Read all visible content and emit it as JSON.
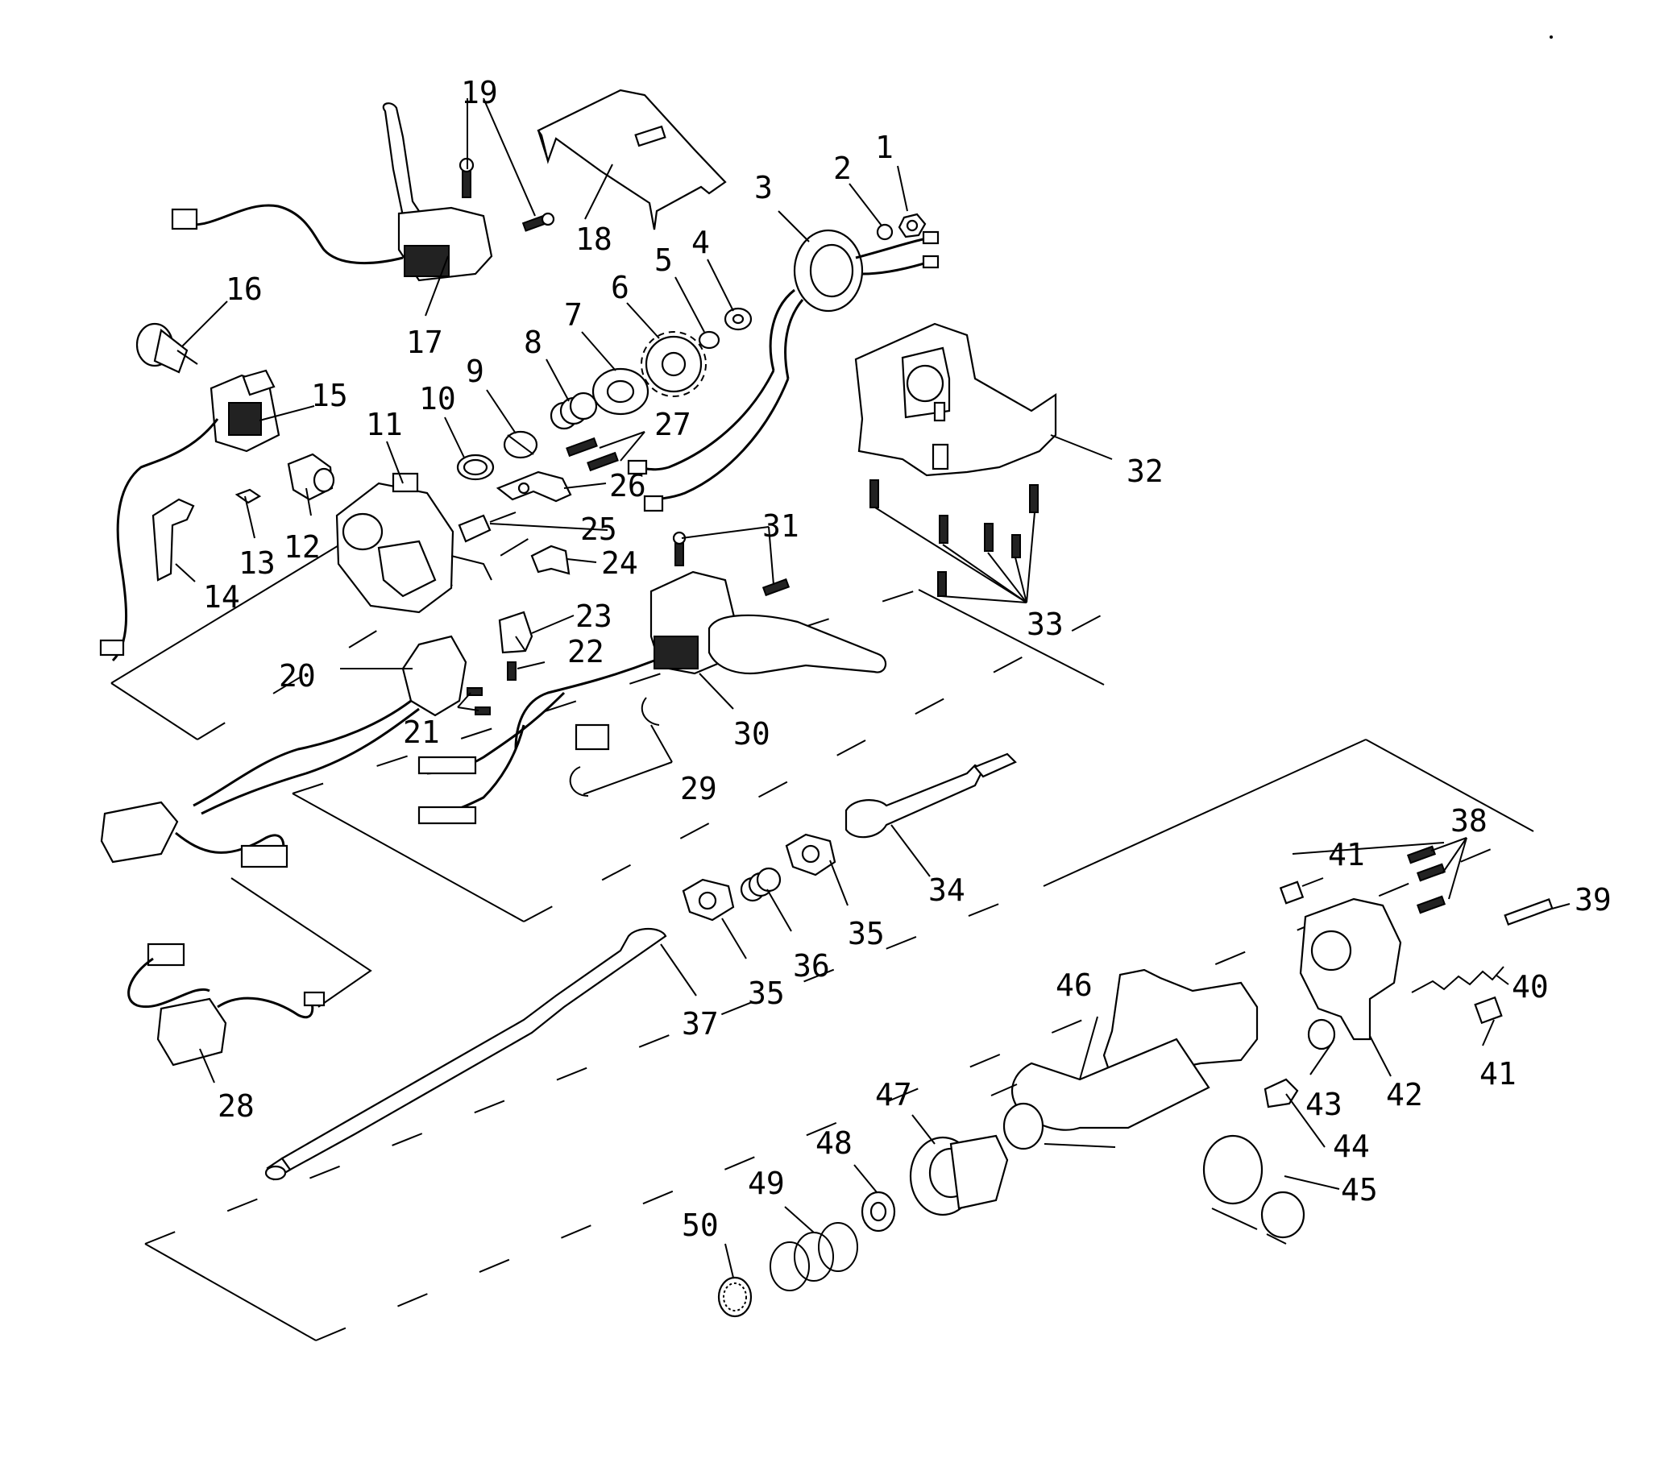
{
  "diagram": {
    "callouts": [
      "1",
      "2",
      "3",
      "4",
      "5",
      "6",
      "7",
      "8",
      "9",
      "10",
      "11",
      "12",
      "13",
      "14",
      "15",
      "16",
      "17",
      "18",
      "19",
      "20",
      "21",
      "22",
      "23",
      "24",
      "25",
      "26",
      "27",
      "28",
      "29",
      "30",
      "31",
      "32",
      "33",
      "34",
      "35",
      "35",
      "36",
      "37",
      "38",
      "39",
      "40",
      "41",
      "41",
      "42",
      "43",
      "44",
      "45",
      "46",
      "47",
      "48",
      "49",
      "50"
    ]
  }
}
